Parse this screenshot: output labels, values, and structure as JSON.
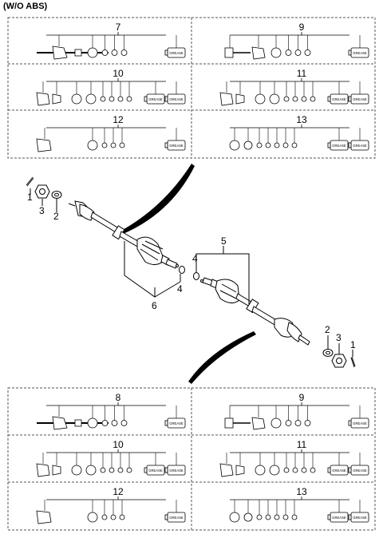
{
  "header": {
    "title": "(W/O ABS)"
  },
  "kit_boxes": {
    "top": [
      {
        "number": "7",
        "kind": "full-shaft",
        "grease_count": 1
      },
      {
        "number": "9",
        "kind": "joint",
        "grease_count": 1
      },
      {
        "number": "10",
        "kind": "boots",
        "grease_count": 2
      },
      {
        "number": "11",
        "kind": "boots-r",
        "grease_count": 2
      },
      {
        "number": "12",
        "kind": "boot-small",
        "grease_count": 1
      },
      {
        "number": "13",
        "kind": "rings",
        "grease_count": 2
      }
    ],
    "bottom": [
      {
        "number": "8",
        "kind": "full-shaft",
        "grease_count": 1
      },
      {
        "number": "9",
        "kind": "joint",
        "grease_count": 1
      },
      {
        "number": "10",
        "kind": "boots",
        "grease_count": 2
      },
      {
        "number": "11",
        "kind": "boots-r",
        "grease_count": 2
      },
      {
        "number": "12",
        "kind": "boot-small",
        "grease_count": 1
      },
      {
        "number": "13",
        "kind": "rings",
        "grease_count": 2
      }
    ]
  },
  "grease_label": "GREASE",
  "callouts": {
    "left_pin": "1",
    "left_nut": "3",
    "left_washer": "2",
    "left_assembly": "6",
    "left_clip": "4",
    "right_assembly": "5",
    "right_clip": "4",
    "right_washer": "2",
    "right_nut": "3",
    "right_pin": "1"
  },
  "colors": {
    "line": "#000000",
    "panel_border": "#555555",
    "background": "#ffffff"
  }
}
